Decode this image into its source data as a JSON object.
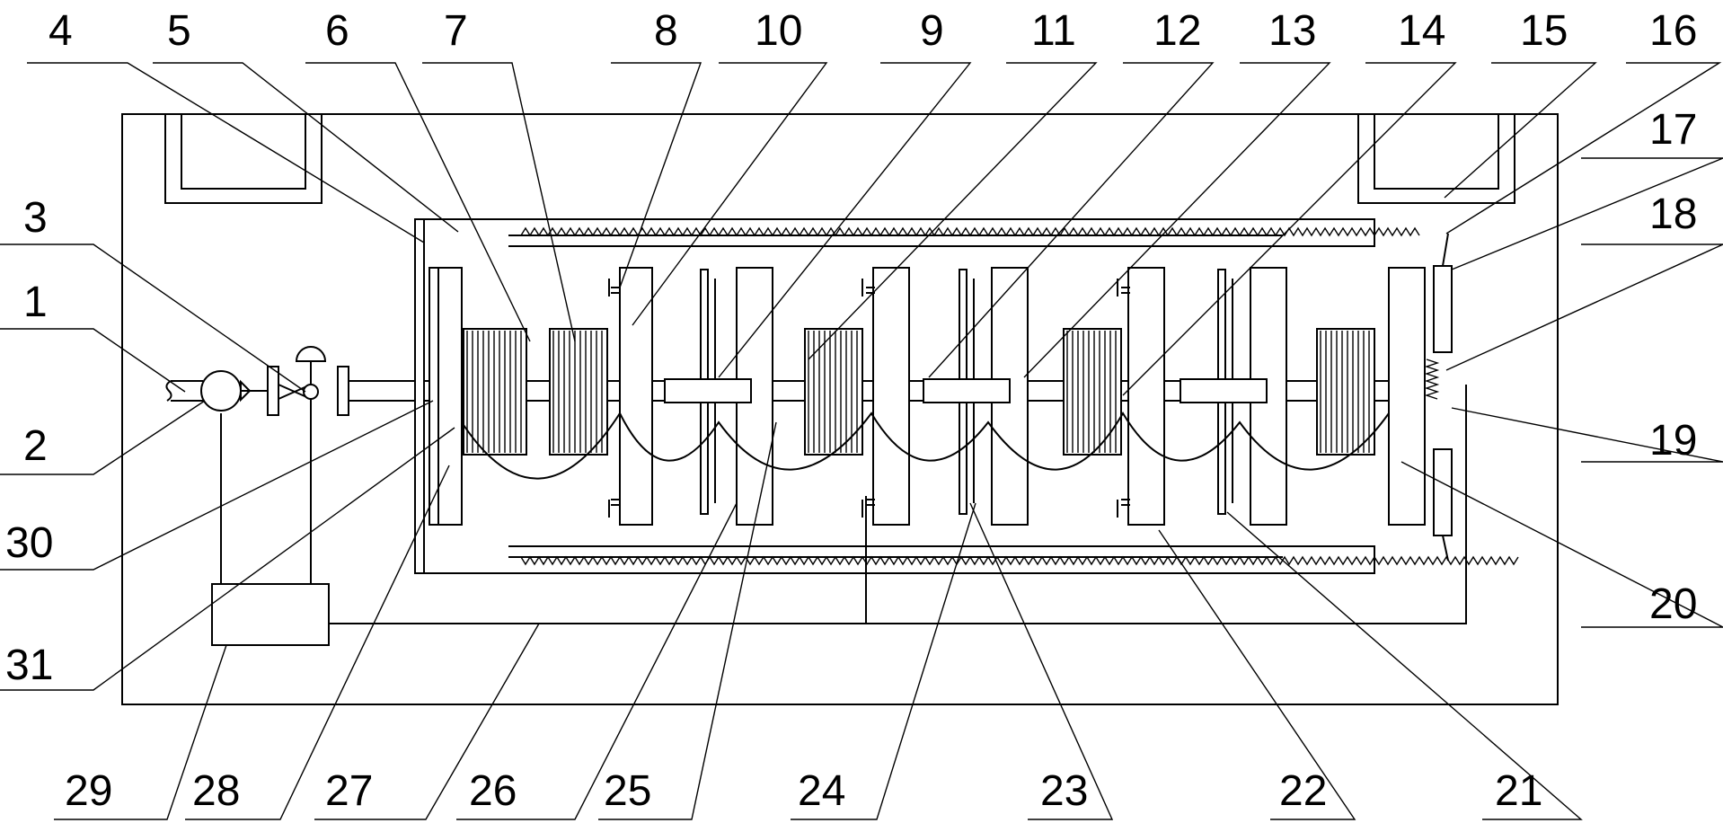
{
  "diagram": {
    "line_color": "#000000",
    "background": "#ffffff",
    "labels_top": [
      "4",
      "5",
      "6",
      "7",
      "8",
      "10",
      "9",
      "11",
      "12",
      "13",
      "14",
      "15",
      "16"
    ],
    "labels_right": [
      "17",
      "18",
      "19",
      "20"
    ],
    "labels_left": [
      "3",
      "1",
      "2",
      "30",
      "31"
    ],
    "labels_bottom": [
      "29",
      "28",
      "27",
      "26",
      "25",
      "24",
      "23",
      "22",
      "21"
    ]
  }
}
